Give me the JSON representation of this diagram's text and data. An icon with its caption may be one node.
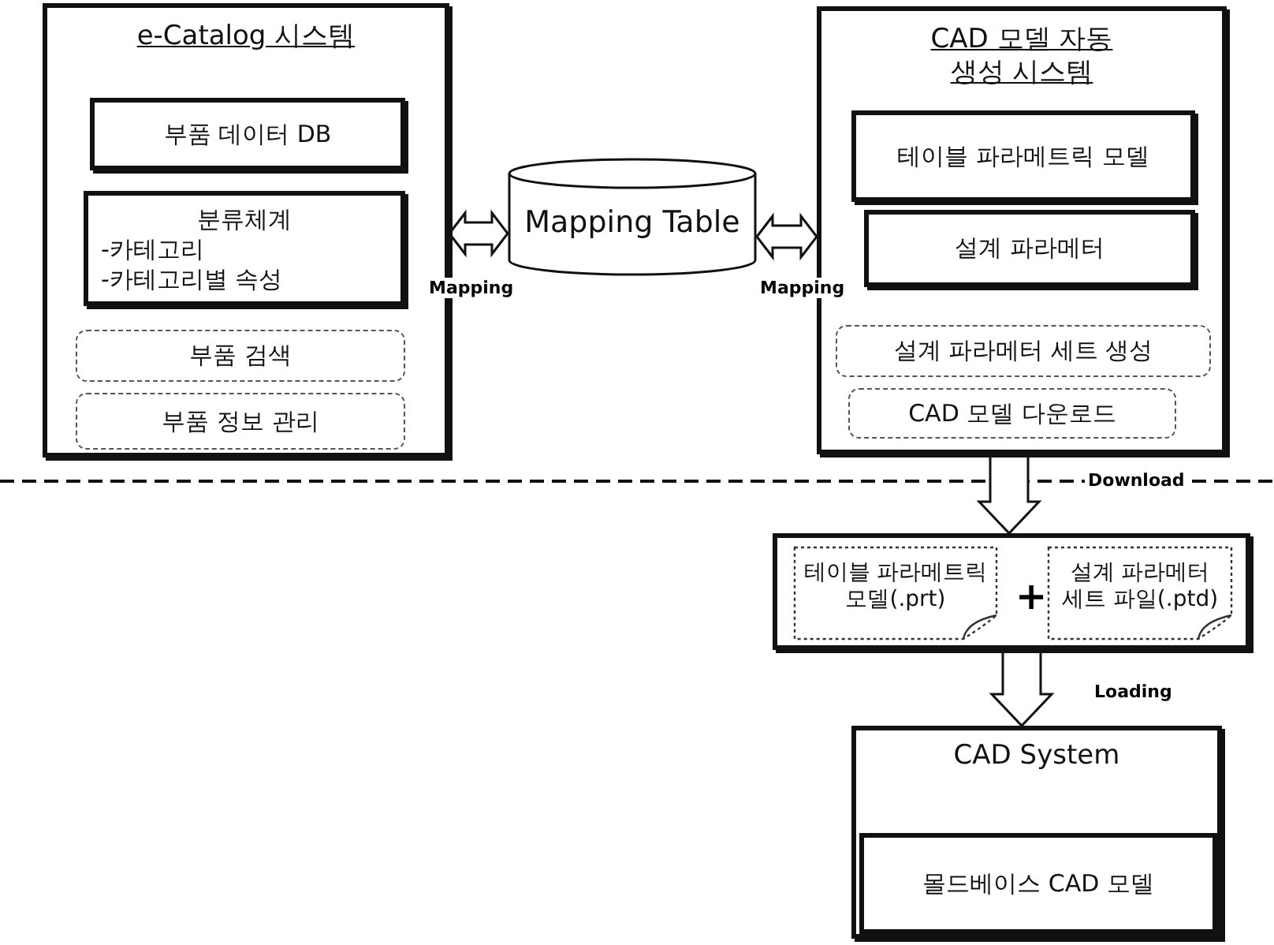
{
  "diagram": {
    "nodes": [
      {
        "text": [
          "e-Catalog 시스템"
        ]
      },
      {
        "text": [
          "부품 데이터 DB"
        ],
        "in": 0
      },
      {
        "text": [
          "분류체계",
          "-카테고리",
          "-카테고리별 속성"
        ],
        "in": 0
      },
      {
        "text": [
          "부품 검색"
        ],
        "in": 0
      },
      {
        "text": [
          "부품 정보 관리"
        ],
        "in": 0
      },
      {
        "text": [
          "Mapping Table"
        ]
      },
      {
        "text": [
          "CAD 모델 자동 생성 시스템"
        ]
      },
      {
        "text": [
          "테이블 파라메트릭 모델"
        ],
        "in": 6
      },
      {
        "text": [
          "설계 파라메터"
        ],
        "in": 6
      },
      {
        "text": [
          "설계 파라메터 세트 생성"
        ],
        "in": 6
      },
      {
        "text": [
          "CAD 모델 다운로드"
        ],
        "in": 6
      },
      {
        "text": [],
        "shape": "box"
      },
      {
        "text": [
          "테이블 파라메트릭 모델(.prt)"
        ],
        "in": 11
      },
      {
        "text": [
          "설계 파라메터 세트 파일(.ptd)"
        ],
        "in": 11
      },
      {
        "text": [
          "CAD System"
        ]
      },
      {
        "text": [
          "몰드베이스 CAD 모델"
        ],
        "in": 14
      }
    ],
    "edges": [
      {
        "from": 0,
        "to": 5,
        "arrow": "both",
        "label": "Mapping"
      },
      {
        "from": 5,
        "to": 6,
        "arrow": "both",
        "label": "Mapping"
      },
      {
        "from": 6,
        "to": 11,
        "arrow": "to",
        "label": "Download"
      },
      {
        "from": 11,
        "to": 14,
        "arrow": "to",
        "label": "Loading"
      }
    ],
    "labels": [
      "+"
    ]
  }
}
